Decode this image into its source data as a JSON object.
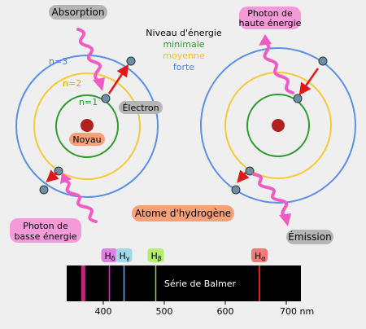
{
  "labels": {
    "absorption": "Absorption",
    "photon_high_line1": "Photon de",
    "photon_high_line2": "haute énergie",
    "photon_low_line1": "Photon de",
    "photon_low_line2": "basse énergie",
    "emission": "Émission",
    "atom": "Atome d'hydrogène",
    "electron": "Électron",
    "nucleus": "Noyau"
  },
  "orbits": {
    "n1": "n=1",
    "n2": "n=2",
    "n3": "n=3"
  },
  "legend": {
    "title": "Niveau d'énergie",
    "items": [
      {
        "label": "minimale",
        "color": "#2e9a2e"
      },
      {
        "label": "moyenne",
        "color": "#f0c020"
      },
      {
        "label": "forte",
        "color": "#4a88e0"
      }
    ]
  },
  "colors": {
    "orbit_n1": "#2e9a2e",
    "orbit_n2": "#f7c83a",
    "orbit_n3": "#5a90e6",
    "nucleus": "#b0201c",
    "electron": "#6f8fa3",
    "photon": "#f05cc4",
    "arrow": "#e01818",
    "label_bg_gray": "#b5b5b5",
    "label_bg_pink": "#f59ad8",
    "label_bg_orange": "#f8a078"
  },
  "spectrum": {
    "title": "Série de Balmer",
    "ticks": [
      "400",
      "500",
      "600",
      "700 nm"
    ],
    "lines": [
      {
        "symbol": "H",
        "sub": "δ",
        "nm": 410,
        "color": "#c040c0",
        "label_bg": "#e080e0"
      },
      {
        "symbol": "H",
        "sub": "γ",
        "nm": 434,
        "color": "#7aa8d8",
        "label_bg": "#9fd8e8"
      },
      {
        "symbol": "H",
        "sub": "β",
        "nm": 486,
        "color": "#8fcf5a",
        "label_bg": "#b4ee70"
      },
      {
        "symbol": "H",
        "sub": "α",
        "nm": 656,
        "color": "#e02020",
        "label_bg": "#f47a7a"
      }
    ],
    "uv_lines": [
      365,
      367,
      369
    ]
  }
}
